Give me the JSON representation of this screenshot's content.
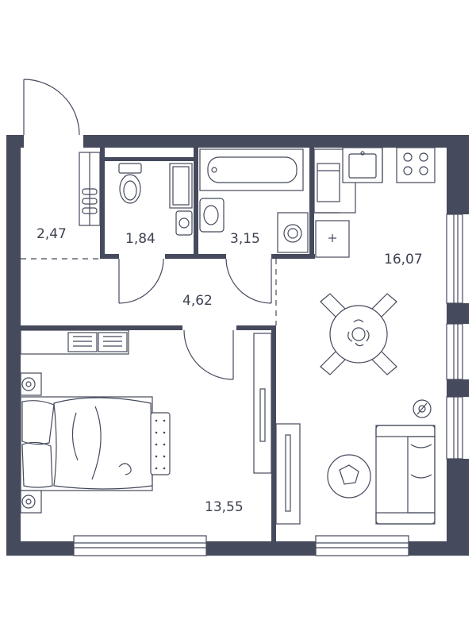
{
  "rooms": [
    {
      "id": "hallway",
      "area": "2,47"
    },
    {
      "id": "toilet",
      "area": "1,84"
    },
    {
      "id": "bathroom",
      "area": "3,15"
    },
    {
      "id": "corridor",
      "area": "4,62"
    },
    {
      "id": "bedroom",
      "area": "13,55"
    },
    {
      "id": "kitchen-living",
      "area": "16,07"
    }
  ],
  "colors": {
    "wall": "#454a5c",
    "line": "#454a5c",
    "background": "#ffffff"
  }
}
